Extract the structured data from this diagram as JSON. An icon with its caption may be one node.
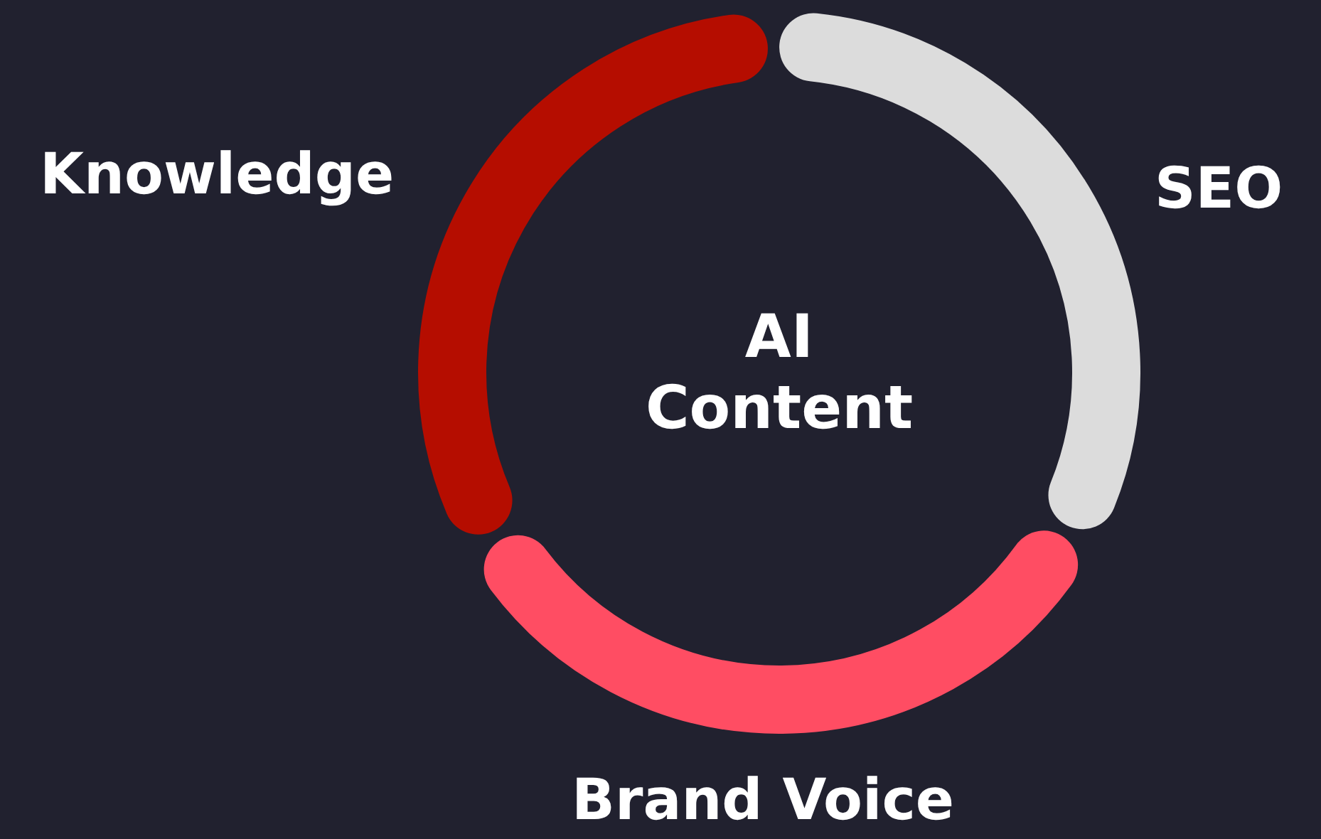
{
  "diagram": {
    "nodes": [
      {
        "text": [
          "AI Content"
        ]
      },
      {
        "text": [
          "Knowledge"
        ]
      },
      {
        "text": [
          "SEO"
        ]
      },
      {
        "text": [
          "Brand Voice"
        ]
      }
    ]
  }
}
